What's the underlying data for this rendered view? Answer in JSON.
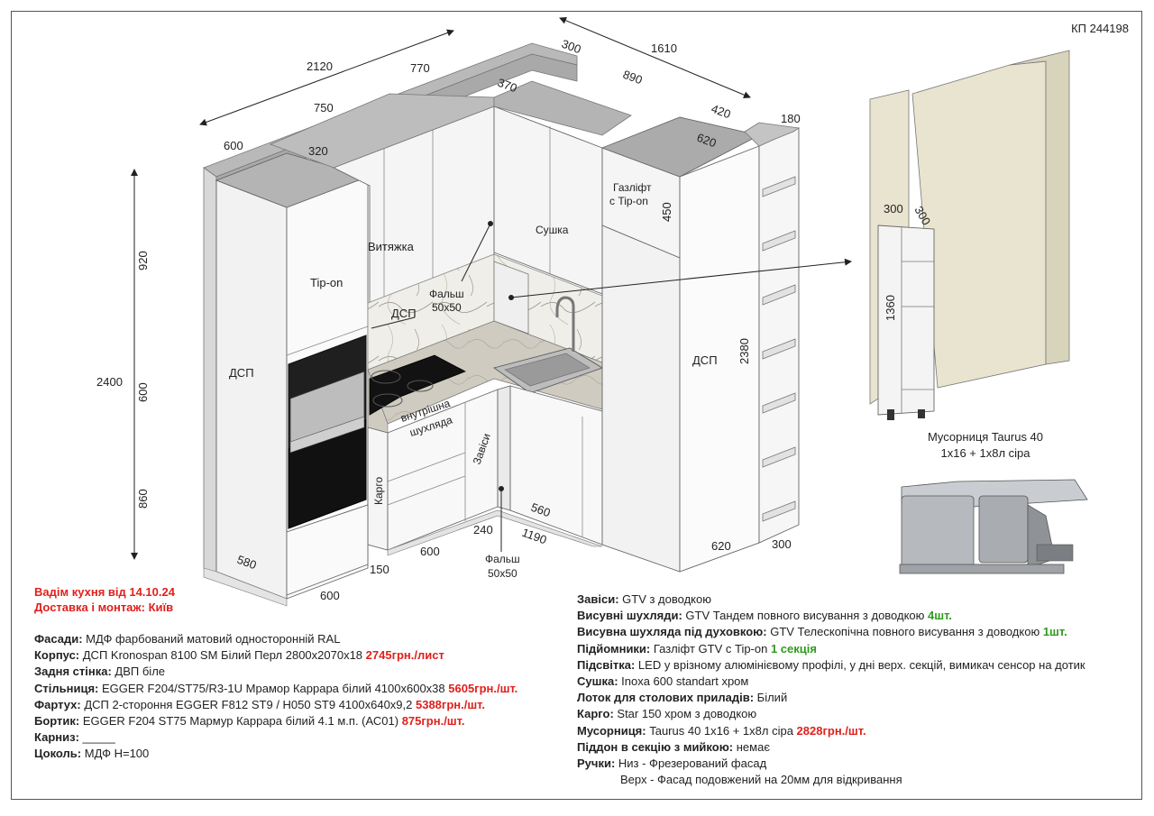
{
  "header": {
    "project_code": "КП 244198"
  },
  "order": {
    "line1": "Вадім кухня від 14.10.24",
    "line2": "Доставка і монтаж: Київ"
  },
  "dimensions": {
    "d2120": "2120",
    "d770": "770",
    "d750": "750",
    "d600_top": "600",
    "d320": "320",
    "d370": "370",
    "d300_top": "300",
    "d1610": "1610",
    "d890": "890",
    "d420": "420",
    "d620_top": "620",
    "d180": "180",
    "d450": "450",
    "d2380": "2380",
    "d2400": "2400",
    "d920": "920",
    "d600_mid": "600",
    "d860": "860",
    "d580": "580",
    "d150": "150",
    "d600_bottom": "600",
    "d600_base": "600",
    "d240": "240",
    "d1190": "1190",
    "d560": "560",
    "d620_bottom": "620",
    "d300_bottom": "300",
    "bin_300a": "300",
    "bin_300b": "300",
    "bin_1360": "1360"
  },
  "labels": {
    "tip_on": "Tip-on",
    "hood": "Витяжка",
    "dsp_left": "ДСП",
    "dsp_right": "ДСП",
    "dsp_panel": "ДСП",
    "false_panel_top_1": "Фальш",
    "false_panel_top_2": "50х50",
    "dryer": "Сушка",
    "gaslift_1": "Газліфт",
    "gaslift_2": "с Tip-on",
    "inner_drawer_1": "внутрішна",
    "inner_drawer_2": "шухляда",
    "cargo": "Карго",
    "hinges": "Завіси",
    "false_panel_bottom_1": "Фальш",
    "false_panel_bottom_2": "50х50"
  },
  "bin": {
    "caption_line1": "Мусорниця Taurus 40",
    "caption_line2": "1х16 + 1х8л сіра"
  },
  "specs_left": [
    {
      "key": "Фасади:",
      "value": " МДФ фарбований матовий односторонній RAL",
      "extra": ""
    },
    {
      "key": "Корпус:",
      "value": " ДСП Kronospan 8100 SM Білий Перл 2800х2070х18 ",
      "extra": "2745грн./лист"
    },
    {
      "key": "Задня стінка:",
      "value": " ДВП біле",
      "extra": ""
    },
    {
      "key": "Стільниця:",
      "value": " EGGER F204/ST75/R3-1U Мрамор Каррара білий 4100х600х38 ",
      "extra": "5605грн./шт."
    },
    {
      "key": "Фартух:",
      "value": "  ДСП 2-стороння EGGER F812 ST9 / H050 ST9 4100х640х9,2 ",
      "extra": "5388грн./шт."
    },
    {
      "key": "Бортик:",
      "value": " EGGER F204 ST75 Мармур Каррара білий 4.1 м.п. (АС01) ",
      "extra": "875грн./шт."
    },
    {
      "key": "Карниз:",
      "value": " _____",
      "extra": ""
    },
    {
      "key": "Цоколь:",
      "value": " МДФ H=100",
      "extra": ""
    }
  ],
  "specs_right": [
    {
      "key": "Завіси:",
      "value": " GTV з доводкою",
      "extra": ""
    },
    {
      "key": "Висувні шухляди:",
      "value": " GTV Тандем повного висування з доводкою ",
      "extra": "4шт."
    },
    {
      "key": "Висувна шухляда під духовкою:",
      "value": " GTV Телескопічна повного висування з доводкою ",
      "extra": "1шт."
    },
    {
      "key": "Підйомники:",
      "value": " Газліфт GTV с Tip-on ",
      "extra": "1 секція"
    },
    {
      "key": "Підсвітка:",
      "value": " LED у врізному алюмінієвому профілі, у дні верх. секцій, вимикач сенсор на дотик",
      "extra": ""
    },
    {
      "key": "Сушка:",
      "value": " Inoxa 600 standart хром",
      "extra": ""
    },
    {
      "key": "Лоток для столових приладів:",
      "value": " Білий",
      "extra": ""
    },
    {
      "key": "Карго:",
      "value": " Star 150 хром з доводкою",
      "extra": ""
    },
    {
      "key": "Мусорниця:",
      "value": " Taurus 40 1х16 + 1х8л сіра ",
      "extra": "2828грн./шт."
    },
    {
      "key": "Піддон в секцію з мийкою:",
      "value": " немає",
      "extra": ""
    },
    {
      "key": "Ручки:",
      "value": " Низ - Фрезерований фасад",
      "extra": ""
    }
  ],
  "handles_line2": "Верх - Фасад подовжений на 20мм для відкривання",
  "colors": {
    "facade": "#f4f4f4",
    "countertop": "#a8a8a8",
    "wall": "#e8e4d0",
    "price": "#e0201c",
    "qty": "#2f9a1e",
    "appliance": "#2a2a2a"
  }
}
